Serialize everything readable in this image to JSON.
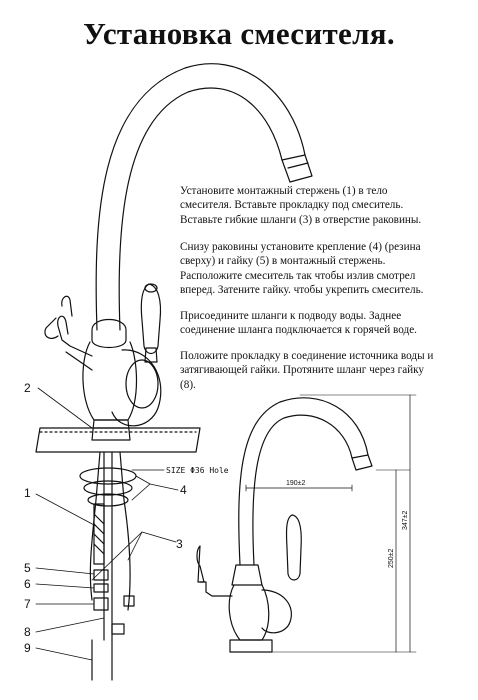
{
  "title": "Установка смесителя.",
  "instructions": [
    [
      "Установите монтажный стержень (1) в тело",
      "смесителя. Вставьте прокладку под смеситель.",
      "Вставьте гибкие шланги (3) в отверстие раковины."
    ],
    [
      "Снизу раковины установите крепление (4) (резина",
      "сверху) и гайку (5) в монтажный стержень.",
      "Расположите смеситель так чтобы излив смотрел",
      "вперед. Затените гайку. чтобы укрепить смеситель."
    ],
    [
      "Присоедините шланги к подводу воды. Заднее",
      "соединение шланга подключается к горячей воде."
    ],
    [
      "Положите прокладку в соединение источника воды и",
      "затягивающей гайки. Протяните шланг через гайку",
      "(8)."
    ]
  ],
  "callouts": {
    "c1": "1",
    "c2": "2",
    "c3": "3",
    "c4": "4",
    "c5": "5",
    "c6": "6",
    "c7": "7",
    "c8": "8",
    "c9": "9"
  },
  "hole_note": "SIZE Φ36 Hole",
  "dimensions": {
    "reach": "190±2",
    "height_spout": "250±2",
    "height_total": "347±2"
  }
}
